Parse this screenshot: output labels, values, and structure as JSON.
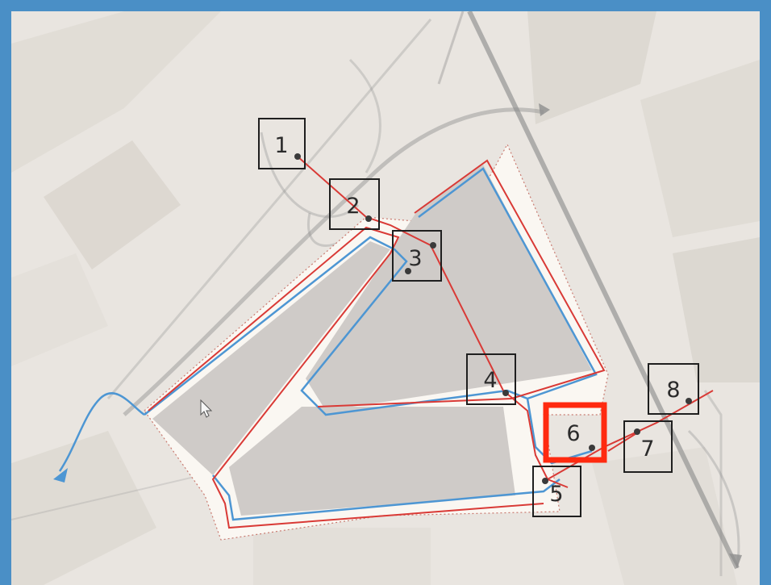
{
  "map": {
    "markers": [
      {
        "label": "1"
      },
      {
        "label": "2"
      },
      {
        "label": "3"
      },
      {
        "label": "4"
      },
      {
        "label": "5"
      },
      {
        "label": "6"
      },
      {
        "label": "7"
      },
      {
        "label": "8"
      }
    ],
    "selected_marker": "6",
    "colors": {
      "frame": "#4a8fc6",
      "background": "#e8e4df",
      "site_block": "#cfcbc8",
      "red_route": "#d93a36",
      "blue_route": "#4d96d3",
      "selection": "#ff2a10",
      "road": "#8f8f8f"
    }
  }
}
